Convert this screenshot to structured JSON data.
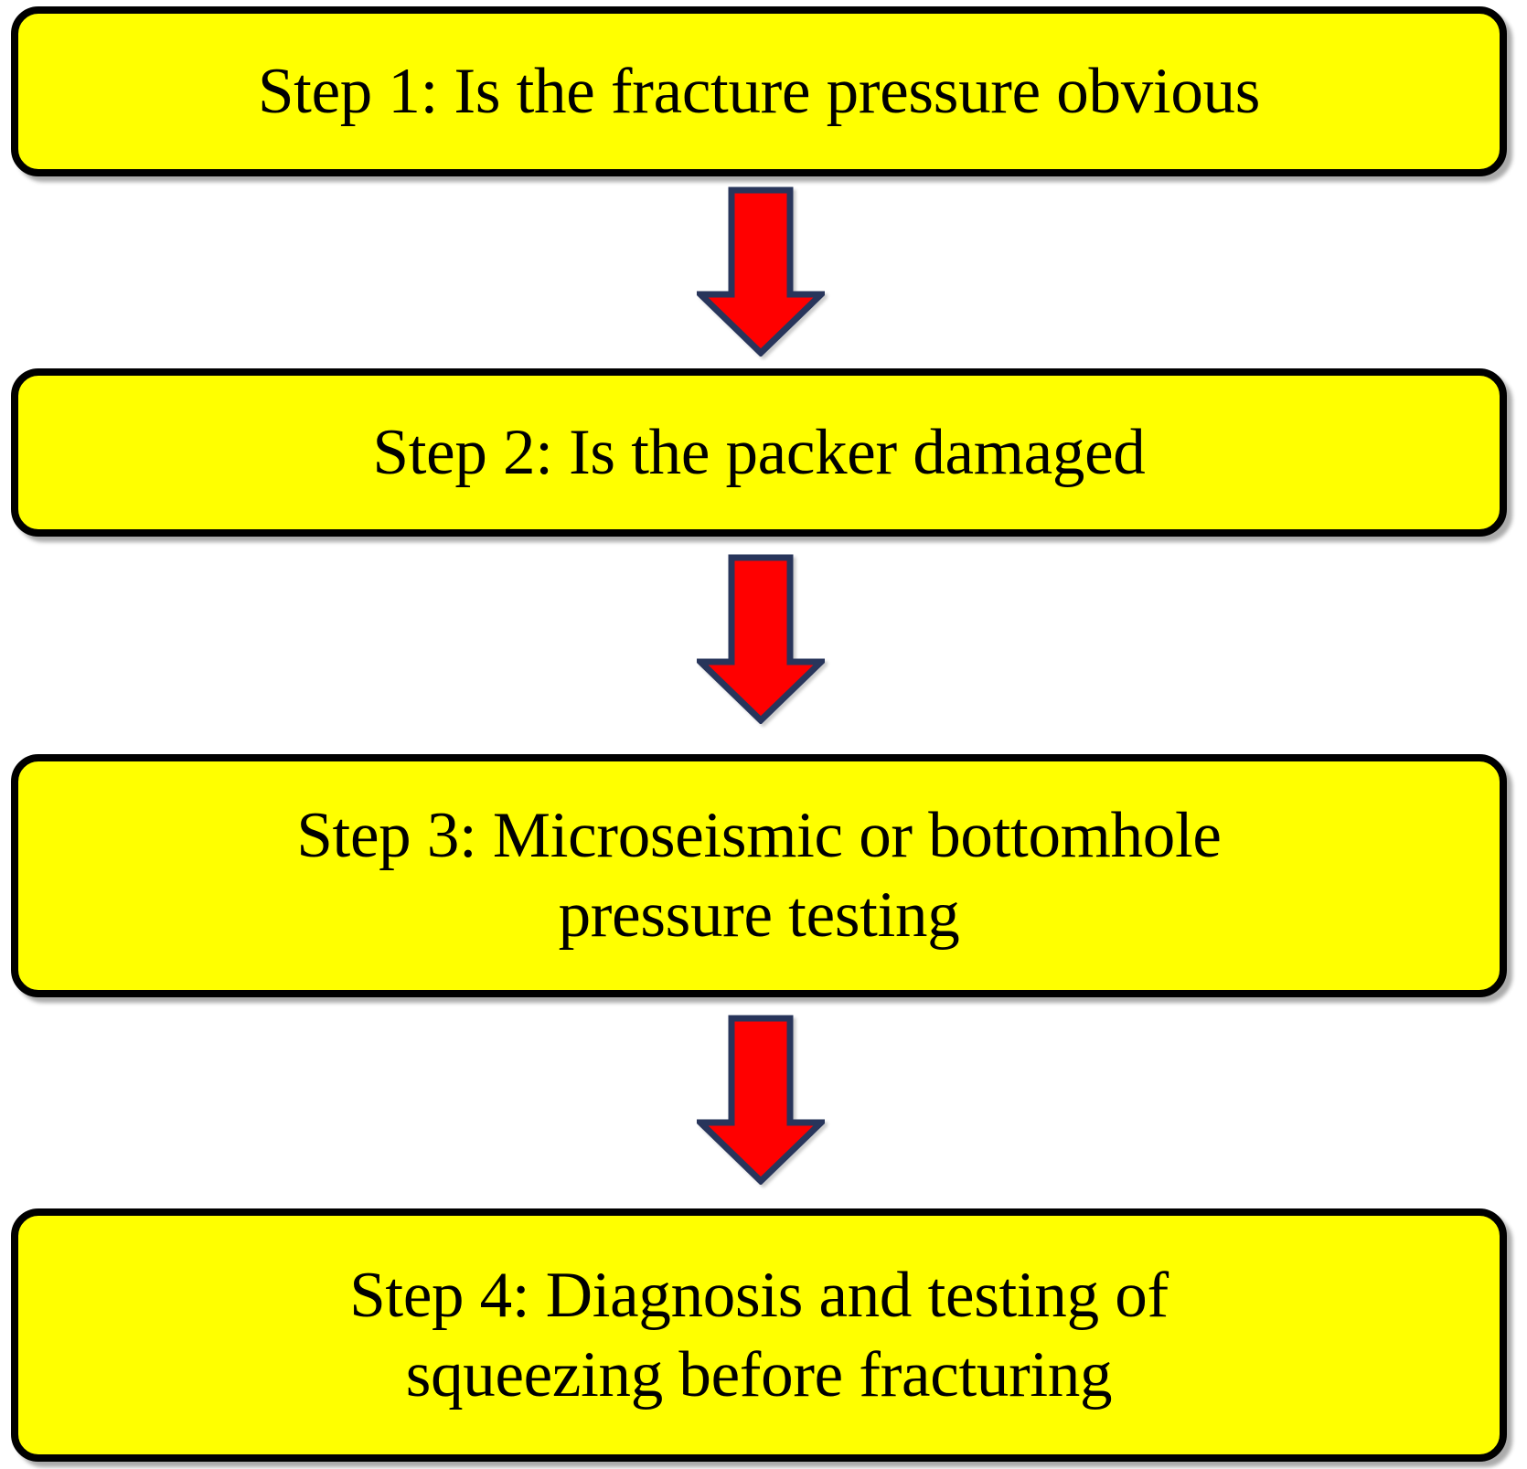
{
  "diagram": {
    "type": "flowchart",
    "orientation": "vertical",
    "title": "",
    "colors": {
      "node_fill": "#FFFF00",
      "node_border": "#000000",
      "node_text": "#000000",
      "arrow_fill": "#FF0000",
      "arrow_border": "#28355B",
      "background": "#FFFFFF"
    },
    "nodes": [
      {
        "id": "step-1",
        "shape": "rounded-rectangle",
        "label": "Step 1: Is the fracture pressure obvious",
        "lines": [
          "Step 1: Is the fracture pressure obvious"
        ]
      },
      {
        "id": "step-2",
        "shape": "rounded-rectangle",
        "label": "Step 2: Is the packer damaged",
        "lines": [
          "Step 2: Is the packer damaged"
        ]
      },
      {
        "id": "step-3",
        "shape": "rounded-rectangle",
        "label": "Step 3: Microseismic or bottomhole\npressure testing",
        "lines": [
          "Step 3: Microseismic or bottomhole",
          "pressure testing"
        ]
      },
      {
        "id": "step-4",
        "shape": "rounded-rectangle",
        "label": "Step 4: Diagnosis and testing of\nsqueezing before fracturing",
        "lines": [
          "Step 4: Diagnosis and testing of",
          "squeezing before fracturing"
        ]
      }
    ],
    "connectors": [
      {
        "id": "arrow-1",
        "icon": "down-arrow-icon",
        "from": "step-1",
        "to": "step-2",
        "label": ""
      },
      {
        "id": "arrow-2",
        "icon": "down-arrow-icon",
        "from": "step-2",
        "to": "step-3",
        "label": ""
      },
      {
        "id": "arrow-3",
        "icon": "down-arrow-icon",
        "from": "step-3",
        "to": "step-4",
        "label": ""
      }
    ]
  }
}
